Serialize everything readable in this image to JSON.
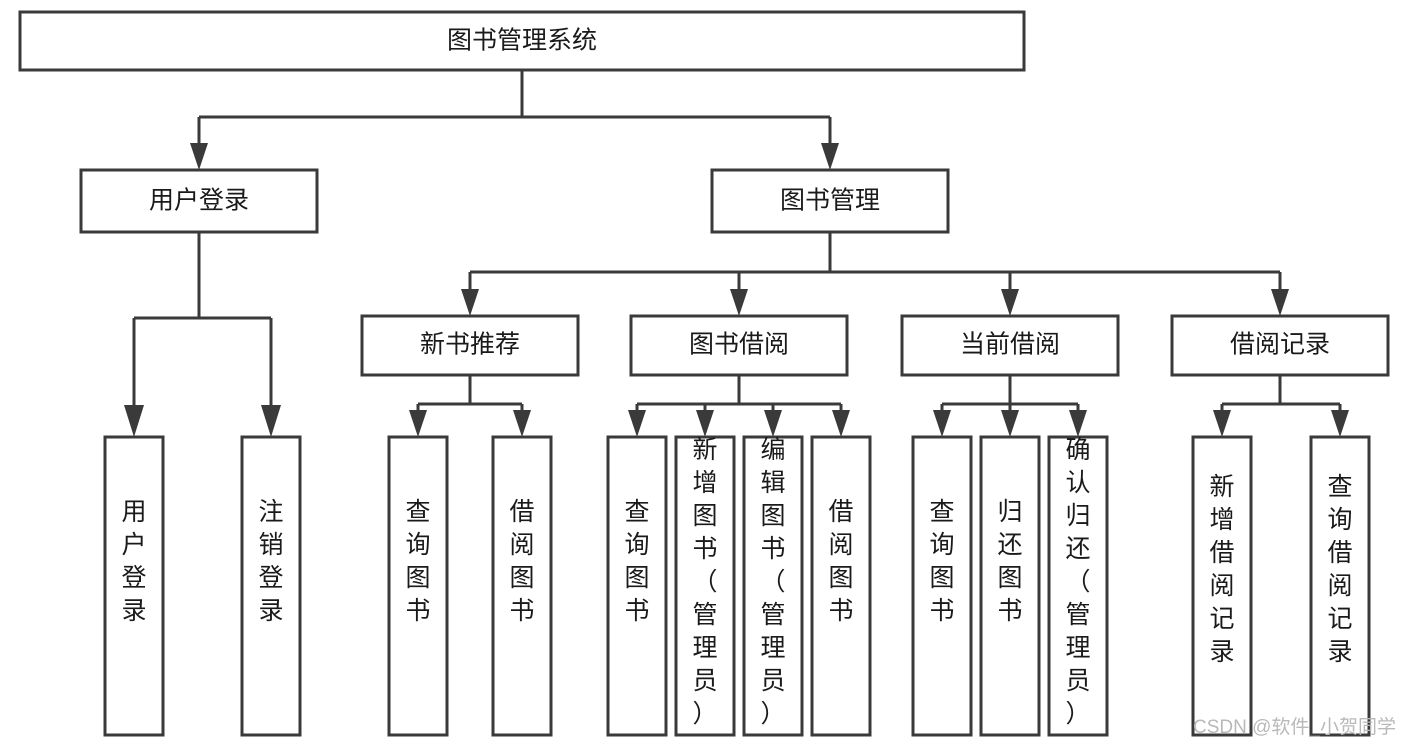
{
  "diagram": {
    "title": "图书管理系统",
    "type": "tree-hierarchy",
    "orientation": "top-down",
    "watermark": "CSDN @软件_小贺同学",
    "colors": {
      "stroke": "#3a3a3a",
      "fill": "#ffffff",
      "text": "#1a1a1a",
      "watermark": "#b9b9b9",
      "background": "#ffffff"
    },
    "nodes": {
      "root": {
        "label": "图书管理系统"
      },
      "level2": [
        {
          "id": "user-login",
          "label": "用户登录"
        },
        {
          "id": "book-manage",
          "label": "图书管理"
        }
      ],
      "level3": [
        {
          "id": "new-book-rec",
          "label": "新书推荐"
        },
        {
          "id": "book-borrow",
          "label": "图书借阅"
        },
        {
          "id": "current-borrow",
          "label": "当前借阅"
        },
        {
          "id": "borrow-record",
          "label": "借阅记录"
        }
      ],
      "leaves": {
        "user-login": [
          {
            "id": "leaf-user-login",
            "label": "用户登录"
          },
          {
            "id": "leaf-user-logout",
            "label": "注销登录"
          }
        ],
        "new-book-rec": [
          {
            "id": "leaf-query-book-1",
            "label": "查询图书"
          },
          {
            "id": "leaf-borrow-book-1",
            "label": "借阅图书"
          }
        ],
        "book-borrow": [
          {
            "id": "leaf-query-book-2",
            "label": "查询图书"
          },
          {
            "id": "leaf-add-book",
            "label": "新增图书（管理员）"
          },
          {
            "id": "leaf-edit-book",
            "label": "编辑图书（管理员）"
          },
          {
            "id": "leaf-borrow-book-2",
            "label": "借阅图书"
          }
        ],
        "current-borrow": [
          {
            "id": "leaf-query-book-3",
            "label": "查询图书"
          },
          {
            "id": "leaf-return-book",
            "label": "归还图书"
          },
          {
            "id": "leaf-confirm-return",
            "label": "确认归还（管理员）"
          }
        ],
        "borrow-record": [
          {
            "id": "leaf-add-record",
            "label": "新增借阅记录"
          },
          {
            "id": "leaf-query-record",
            "label": "查询借阅记录"
          }
        ]
      }
    }
  }
}
